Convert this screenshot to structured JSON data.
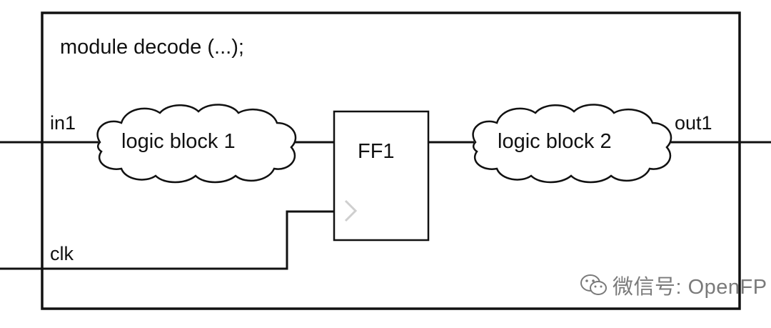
{
  "module": {
    "title": "module decode (...);"
  },
  "ports": {
    "in1": "in1",
    "clk": "clk",
    "out1": "out1"
  },
  "blocks": {
    "logic1": "logic block 1",
    "ff1": "FF1",
    "logic2": "logic block 2"
  },
  "watermark": {
    "text": "微信号: OpenFP",
    "icon": "wechat-icon"
  },
  "colors": {
    "line": "#111111",
    "clock_marker": "#cfcfcf",
    "watermark": "#7a7a7a"
  }
}
